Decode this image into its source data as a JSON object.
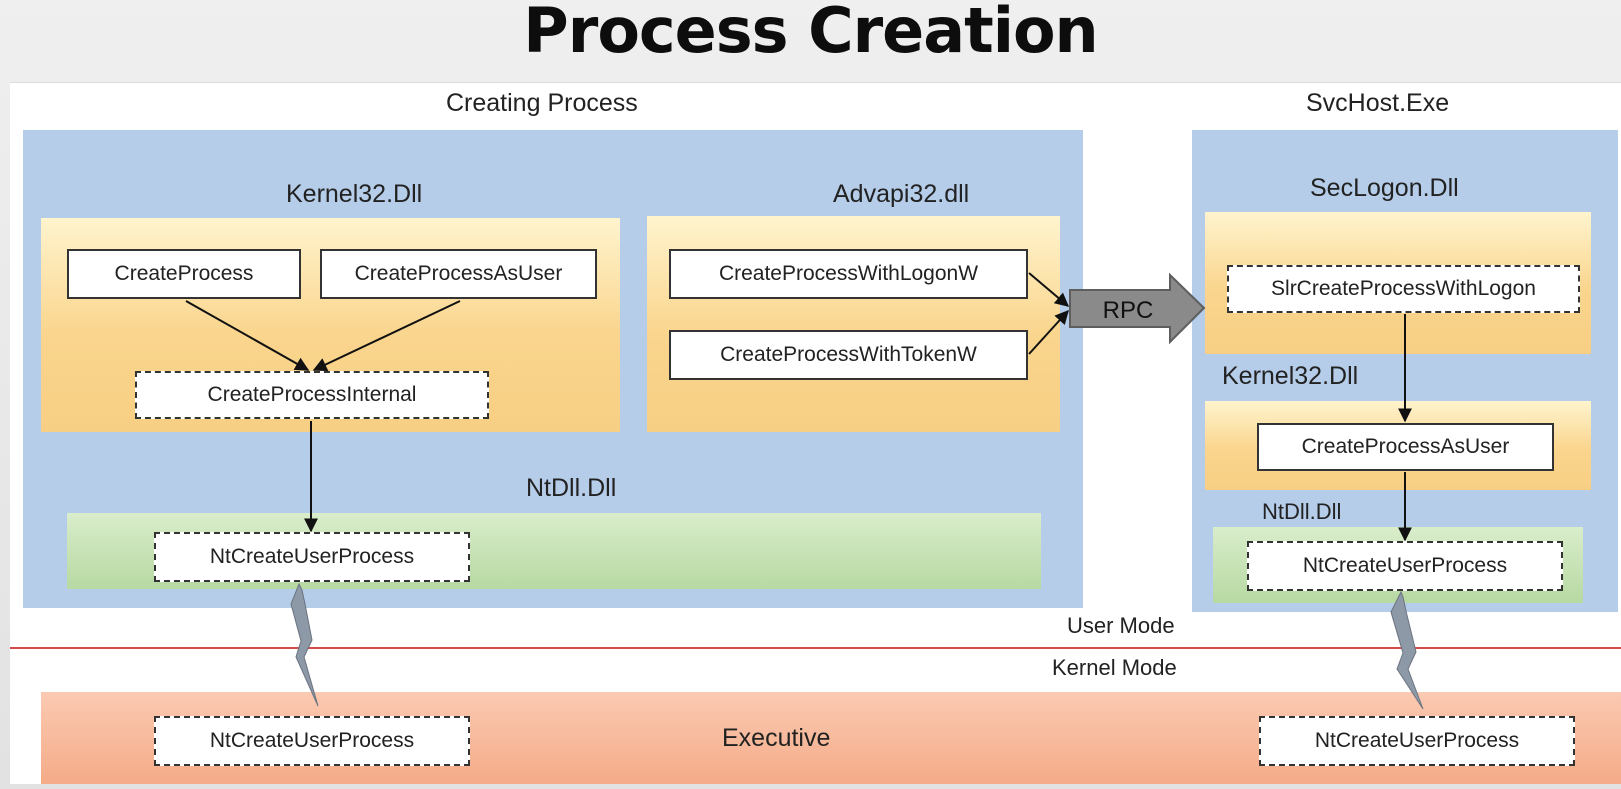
{
  "title": "Process Creation",
  "creating_process": {
    "label": "Creating Process",
    "kernel32": {
      "label": "Kernel32.Dll",
      "create_process": "CreateProcess",
      "create_process_as_user": "CreateProcessAsUser",
      "create_process_internal": "CreateProcessInternal"
    },
    "advapi32": {
      "label": "Advapi32.dll",
      "with_logon": "CreateProcessWithLogonW",
      "with_token": "CreateProcessWithTokenW"
    },
    "ntdll": {
      "label": "NtDll.Dll",
      "nt_create_user_process": "NtCreateUserProcess"
    }
  },
  "rpc_label": "RPC",
  "svchost": {
    "label": "SvcHost.Exe",
    "seclogon": {
      "label": "SecLogon.Dll",
      "slr_create": "SlrCreateProcessWithLogon"
    },
    "kernel32": {
      "label": "Kernel32.Dll",
      "create_process_as_user": "CreateProcessAsUser"
    },
    "ntdll": {
      "label": "NtDll.Dll",
      "nt_create_user_process": "NtCreateUserProcess"
    }
  },
  "user_mode_label": "User Mode",
  "kernel_mode_label": "Kernel Mode",
  "executive": {
    "label": "Executive",
    "left_nt_create_user_process": "NtCreateUserProcess",
    "right_nt_create_user_process": "NtCreateUserProcess"
  },
  "colors": {
    "process_blue": "#b5cde9",
    "dll_orange": "#f9d38c",
    "ntdll_green": "#b7d9a2",
    "executive_salmon": "#f4ab88",
    "mode_divider_red": "#d24a4a",
    "rpc_arrow_gray": "#8a8a8a"
  }
}
